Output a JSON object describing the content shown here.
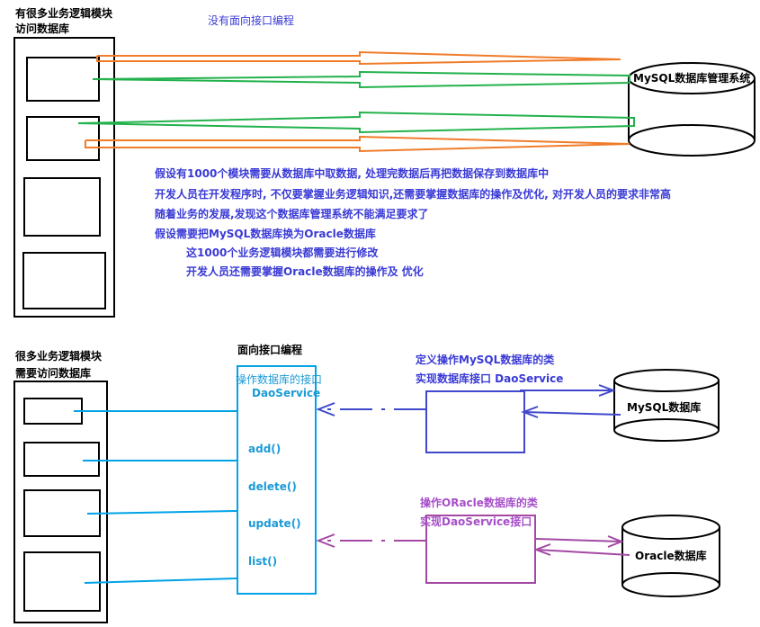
{
  "top": {
    "module_group_label_1": "有很多业务逻辑模块",
    "module_group_label_2": "访问数据库",
    "title": "没有面向接口编程",
    "db_label": "MySQL数据库管理系统",
    "notes": [
      "假设有1000个模块需要从数据库中取数据, 处理完数据后再把数据保存到数据库中",
      "开发人员在开发程序时, 不仅要掌握业务逻辑知识,还需要掌握数据库的操作及优化, 对开发人员的要求非常高",
      "随着业务的发展,发现这个数据库管理系统不能满足要求了",
      "假设需要把MySQL数据库换为Oracle数据库",
      "这1000个业务逻辑模块都需要进行修改",
      "开发人员还需要掌握Oracle数据库的操作及 优化"
    ]
  },
  "bottom": {
    "module_group_label_1": "很多业务逻辑模块",
    "module_group_label_2": "需要访问数据库",
    "title": "面向接口编程",
    "interface_label_1": "操作数据库的接口",
    "interface_label_2": "DaoService",
    "methods": [
      "add()",
      "delete()",
      "update()",
      "list()"
    ],
    "mysql_impl_1": "定义操作MySQL数据库的类",
    "mysql_impl_2": "实现数据库接口 DaoService",
    "mysql_db": "MySQL数据库",
    "oracle_impl_1": "操作ORacle数据库的类",
    "oracle_impl_2": "实现DaoService接口",
    "oracle_db": "Oracle数据库"
  },
  "colors": {
    "orange": "#f07c2a",
    "green": "#22b14c",
    "blue": "#3f48cc",
    "sky": "#00a2e8",
    "purple": "#a349a4"
  }
}
